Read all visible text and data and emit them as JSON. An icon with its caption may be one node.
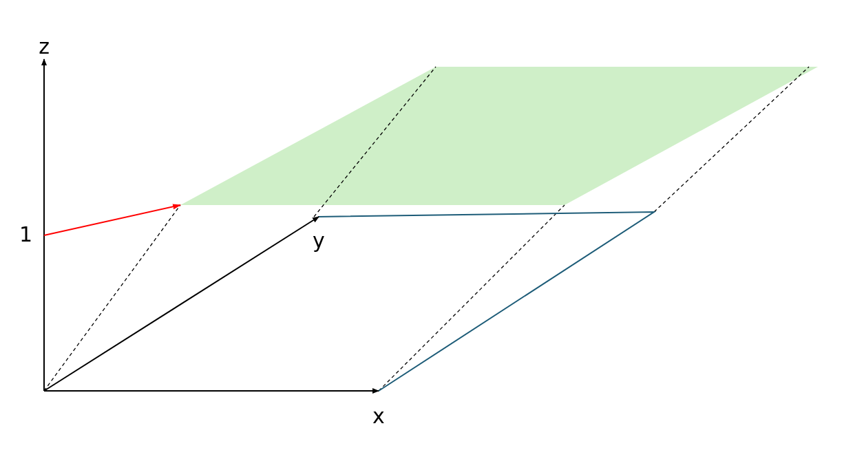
{
  "diagram": {
    "nodes": [
      {
        "text": [],
        "shape": "parallelogram"
      },
      {
        "text": [
          "1"
        ]
      }
    ],
    "edges": [
      {
        "from": 1,
        "to": 0,
        "arrow": "to",
        "color": "#ff0000"
      }
    ],
    "labels": [
      "z",
      "y",
      "x"
    ]
  }
}
